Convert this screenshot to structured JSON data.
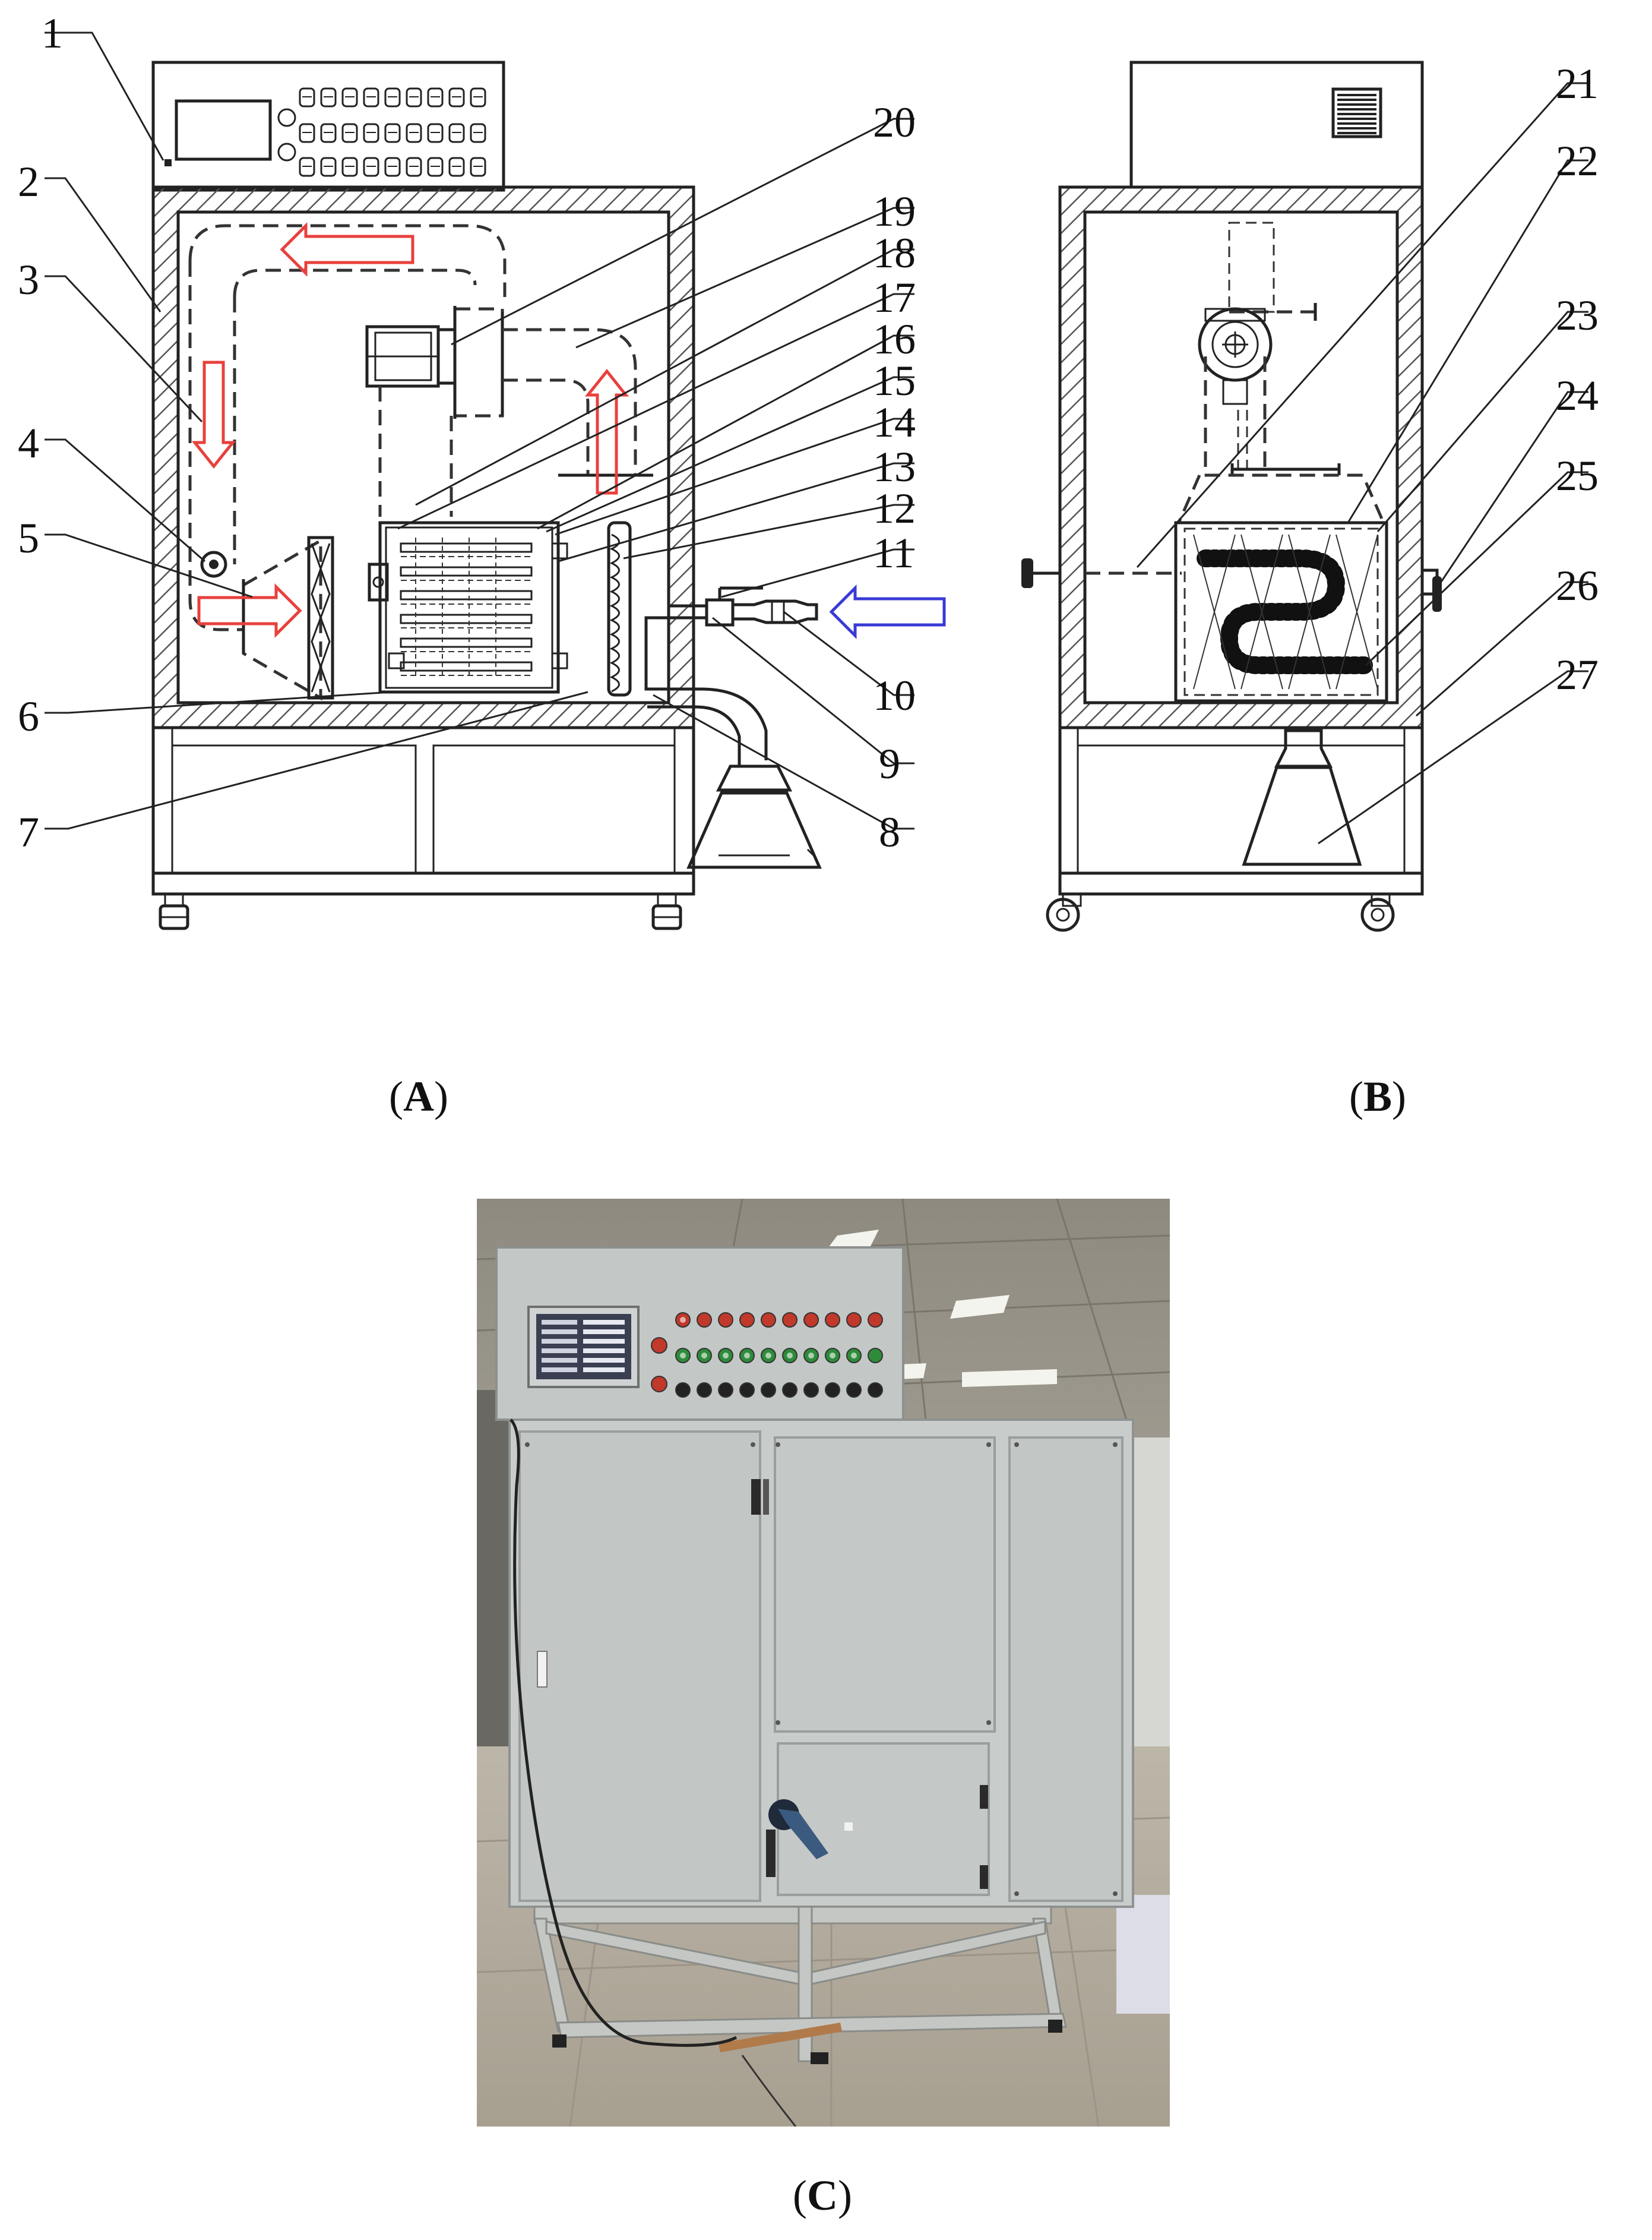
{
  "panel_a": {
    "caption_open": "(",
    "caption_letter": "A",
    "caption_close": ")",
    "labels": [
      "1",
      "2",
      "3",
      "4",
      "5",
      "6",
      "7",
      "8",
      "9",
      "10",
      "11",
      "12",
      "13",
      "14",
      "15",
      "16",
      "17",
      "18",
      "19",
      "20"
    ]
  },
  "panel_b": {
    "caption_open": "(",
    "caption_letter": "B",
    "caption_close": ")",
    "labels": [
      "21",
      "22",
      "23",
      "24",
      "25",
      "26",
      "27"
    ]
  },
  "panel_c": {
    "caption_open": "(",
    "caption_letter": "C",
    "caption_close": ")"
  },
  "colors": {
    "hot_arrow": "#e8403c",
    "cold_arrow": "#3a3ad6",
    "hatch": "#555555",
    "panel_gray": "#c9cdcc",
    "floor": "#b9b2a6"
  }
}
